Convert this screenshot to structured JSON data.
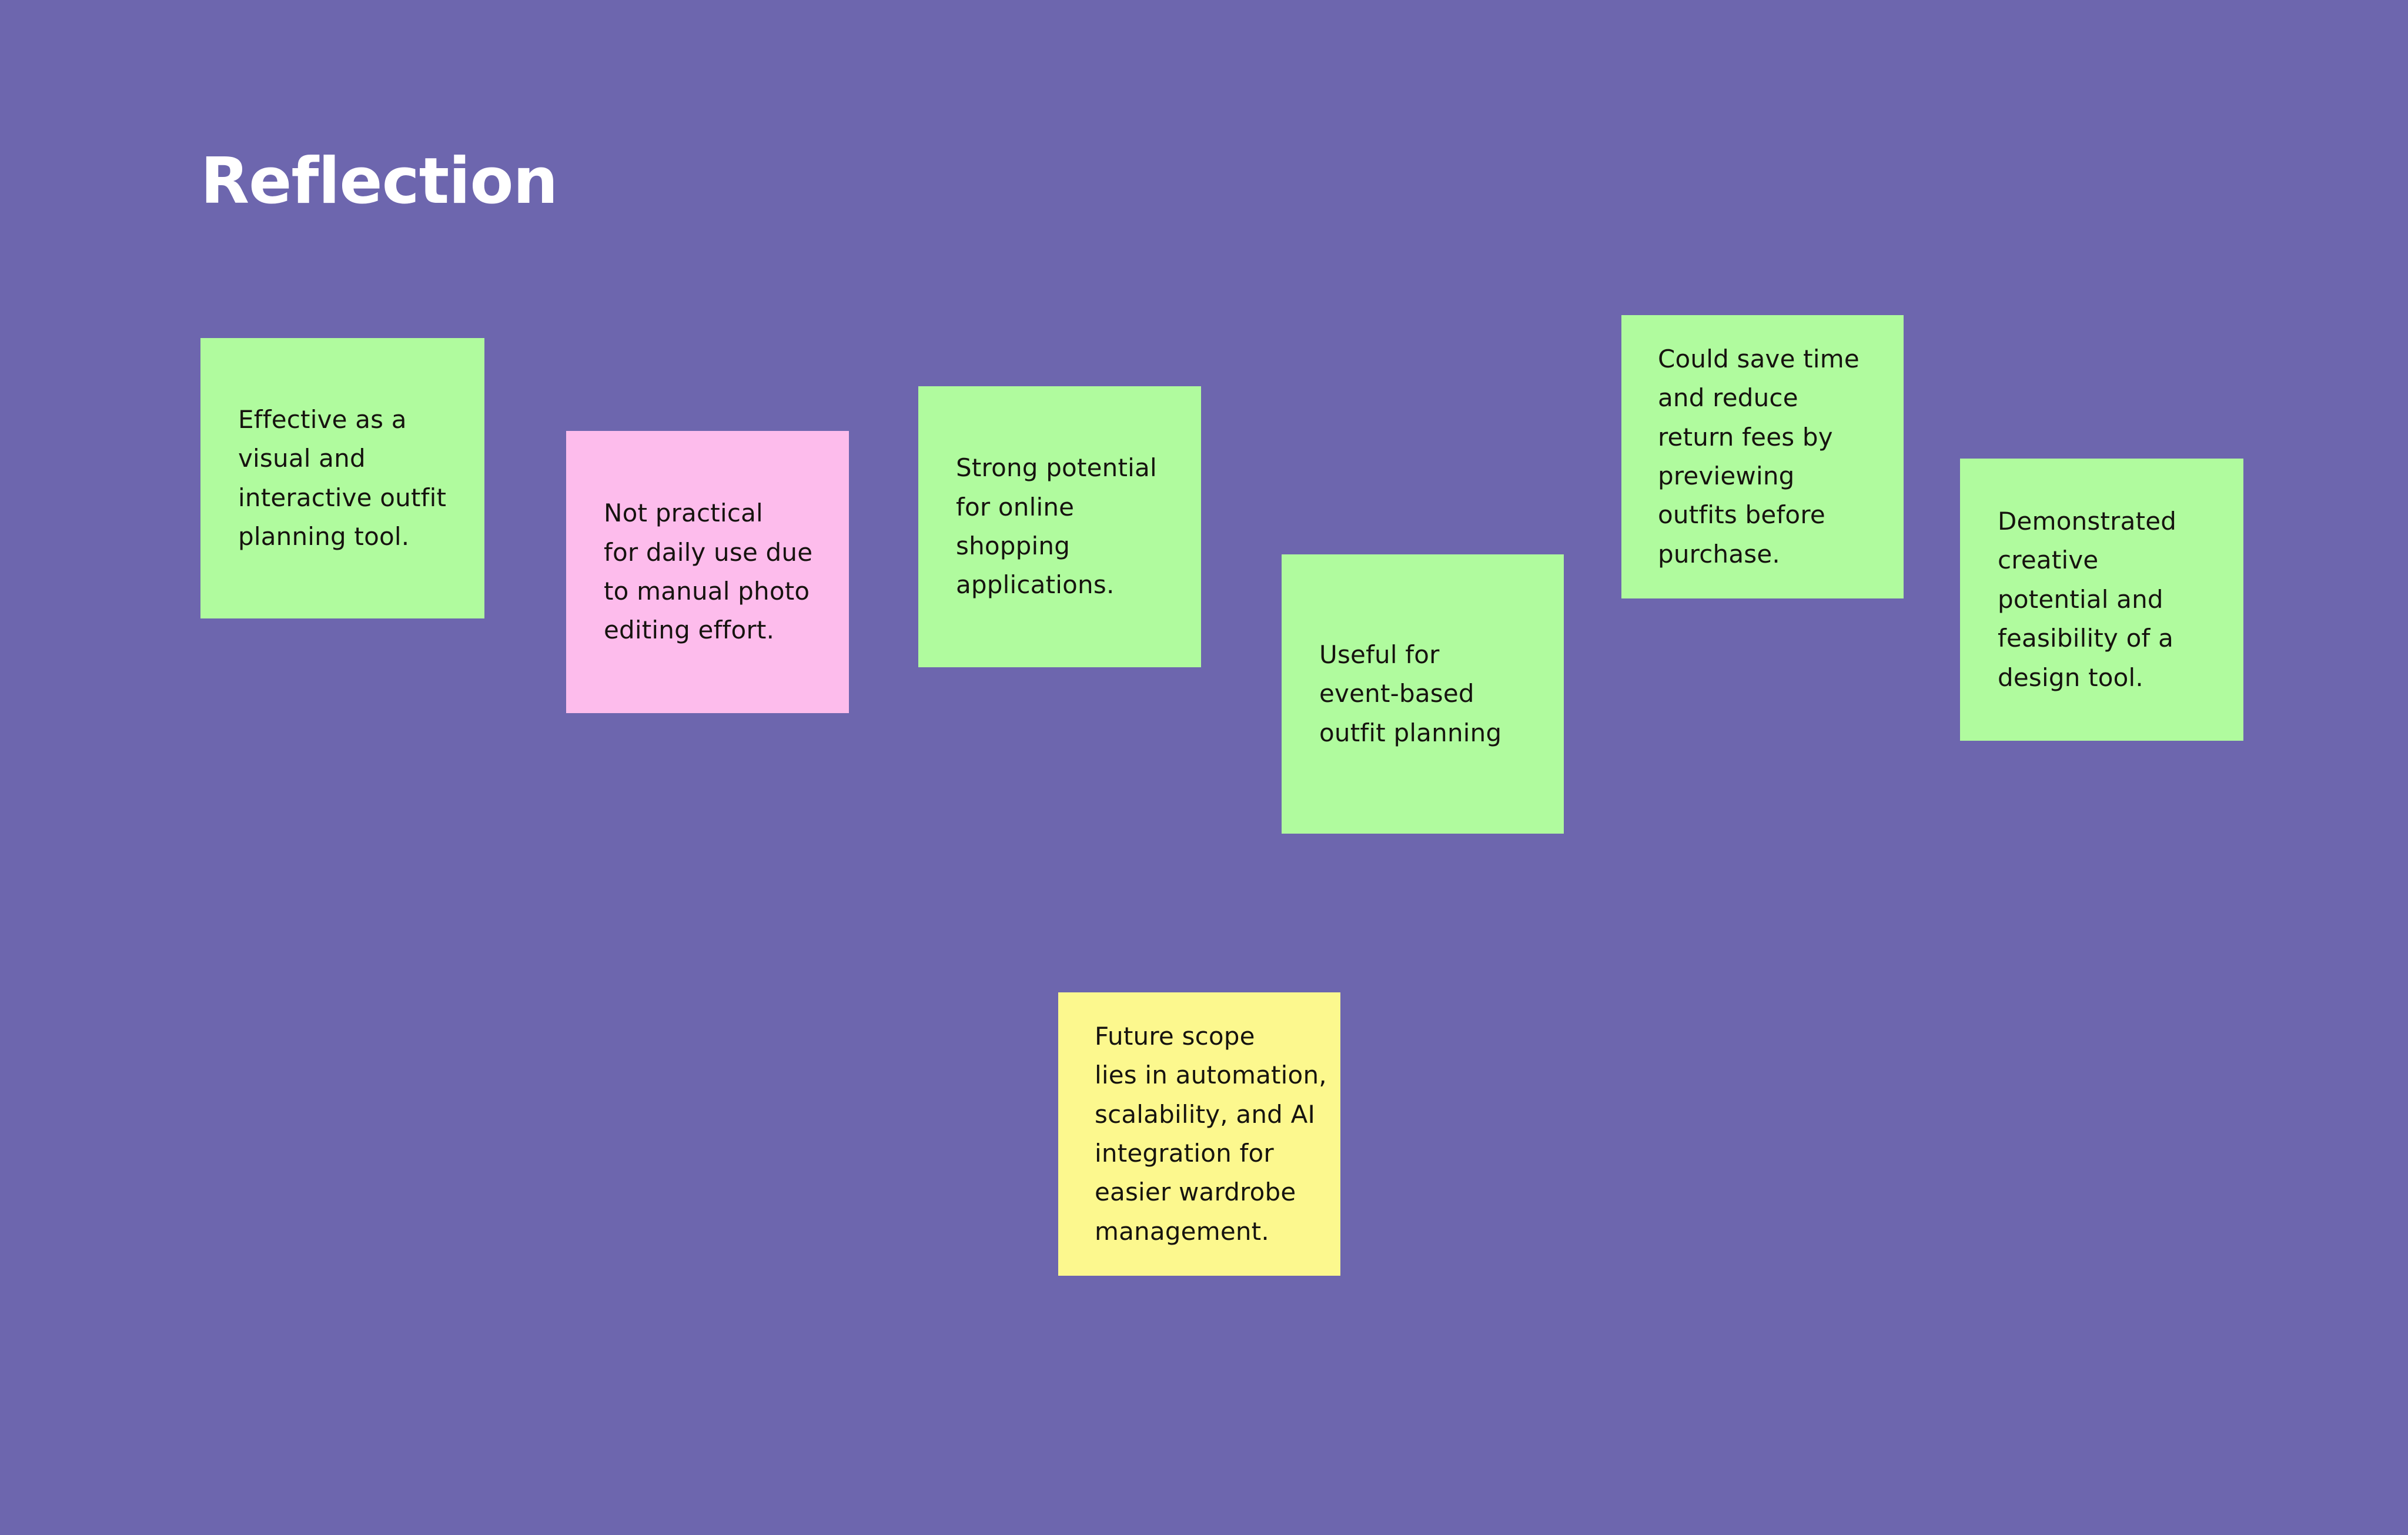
{
  "board": {
    "background_color": "#6d66ae",
    "title": "Reflection"
  },
  "palette": {
    "background": "#6d66ae",
    "note_green": "#b0fb9e",
    "note_pink": "#fdbcec",
    "note_yellow": "#fcf88e",
    "title_color": "#ffffff",
    "note_text_color": "#16130f"
  },
  "notes": [
    {
      "id": "note-1",
      "color": "#b0fb9e",
      "color_name": "green",
      "text": "Effective as a\nvisual and\ninteractive outfit\nplanning tool."
    },
    {
      "id": "note-2",
      "color": "#fdbcec",
      "color_name": "pink",
      "text": "Not practical\nfor daily use due\nto manual photo\nediting effort."
    },
    {
      "id": "note-3",
      "color": "#b0fb9e",
      "color_name": "green",
      "text": "Strong potential\nfor online\nshopping\napplications."
    },
    {
      "id": "note-4",
      "color": "#b0fb9e",
      "color_name": "green",
      "text": "Useful for\nevent-based\noutfit planning"
    },
    {
      "id": "note-5",
      "color": "#b0fb9e",
      "color_name": "green",
      "text": "Could save time\nand reduce\nreturn fees by\npreviewing\noutfits before\npurchase."
    },
    {
      "id": "note-6",
      "color": "#b0fb9e",
      "color_name": "green",
      "text": "Demonstrated\ncreative\npotential and\nfeasibility of a\ndesign tool."
    },
    {
      "id": "note-7",
      "color": "#fcf88e",
      "color_name": "yellow",
      "text": "Future scope\nlies in automation,\nscalability, and AI\nintegration for\neasier wardrobe\nmanagement."
    }
  ]
}
